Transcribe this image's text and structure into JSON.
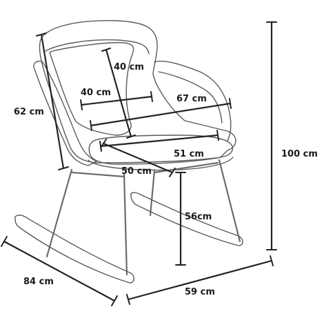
{
  "diagram": {
    "dimensions": [
      {
        "id": "back-depth",
        "label": "40 cm"
      },
      {
        "id": "seat-width-inner",
        "label": "40 cm"
      },
      {
        "id": "arm-width",
        "label": "67 cm"
      },
      {
        "id": "backrest-height",
        "label": "62 cm"
      },
      {
        "id": "seat-width",
        "label": "51 cm"
      },
      {
        "id": "seat-depth",
        "label": "50 cm"
      },
      {
        "id": "seat-height",
        "label": "56cm"
      },
      {
        "id": "total-height",
        "label": "100 cm"
      },
      {
        "id": "total-depth",
        "label": "84 cm"
      },
      {
        "id": "total-width",
        "label": "59 cm"
      }
    ]
  }
}
